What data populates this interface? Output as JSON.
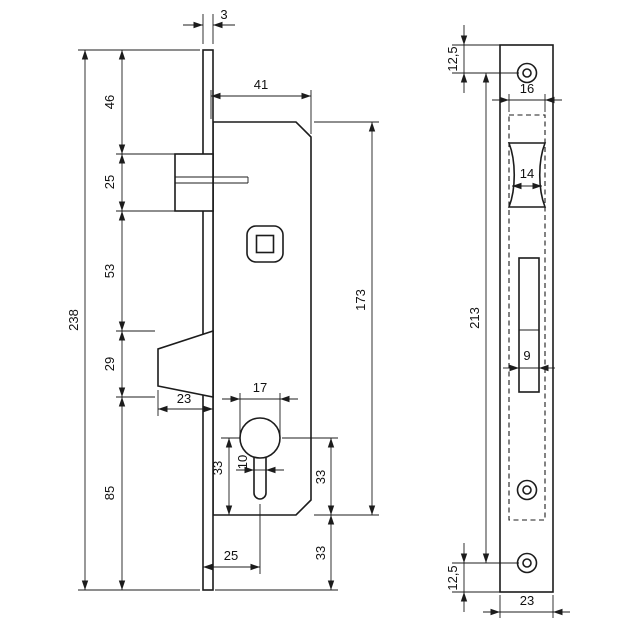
{
  "drawing": {
    "background": "#ffffff",
    "line_color": "#1c1c1c",
    "left_view": {
      "dim_faceplate_thickness": "3",
      "dim_case_depth": "41",
      "dim_top_to_latch": "46",
      "dim_latch_height": "25",
      "dim_latch_to_hook": "53",
      "dim_hook_height": "29",
      "dim_hook_to_bottom": "85",
      "dim_overall_height": "238",
      "dim_hook_depth": "23",
      "dim_case_height": "173",
      "dim_cylinder_diameter": "17",
      "dim_cyl_to_case_bottom": "33",
      "dim_slot_width": "10",
      "dim_cyl_right_upper": "33",
      "dim_cyl_right_lower": "33",
      "dim_backset": "25"
    },
    "right_view": {
      "dim_top_hole_offset": "12,5",
      "dim_case_width": "16",
      "dim_latch_width": "14",
      "dim_hole_spacing": "213",
      "dim_slot_width": "9",
      "dim_bottom_hole_offset": "12,5",
      "dim_plate_width": "23"
    }
  }
}
